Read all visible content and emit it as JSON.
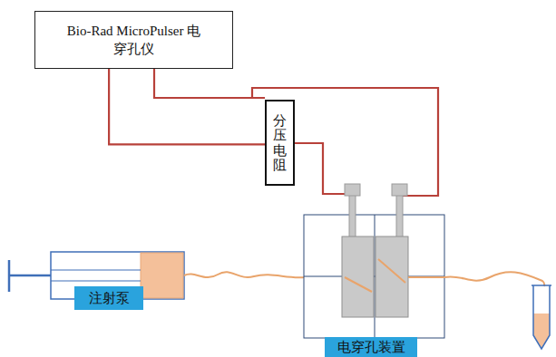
{
  "diagram": {
    "nodes": [
      {
        "text": [
          "Bio-Rad MicroPulser 电穿孔仪"
        ]
      },
      {
        "text": [
          "分压电阻"
        ]
      },
      {
        "text": [
          "注射泵"
        ]
      },
      {
        "text": [
          "电穿孔装置"
        ]
      }
    ],
    "edges": [
      {
        "from": 0,
        "to": 1,
        "arrow": "none"
      }
    ]
  }
}
